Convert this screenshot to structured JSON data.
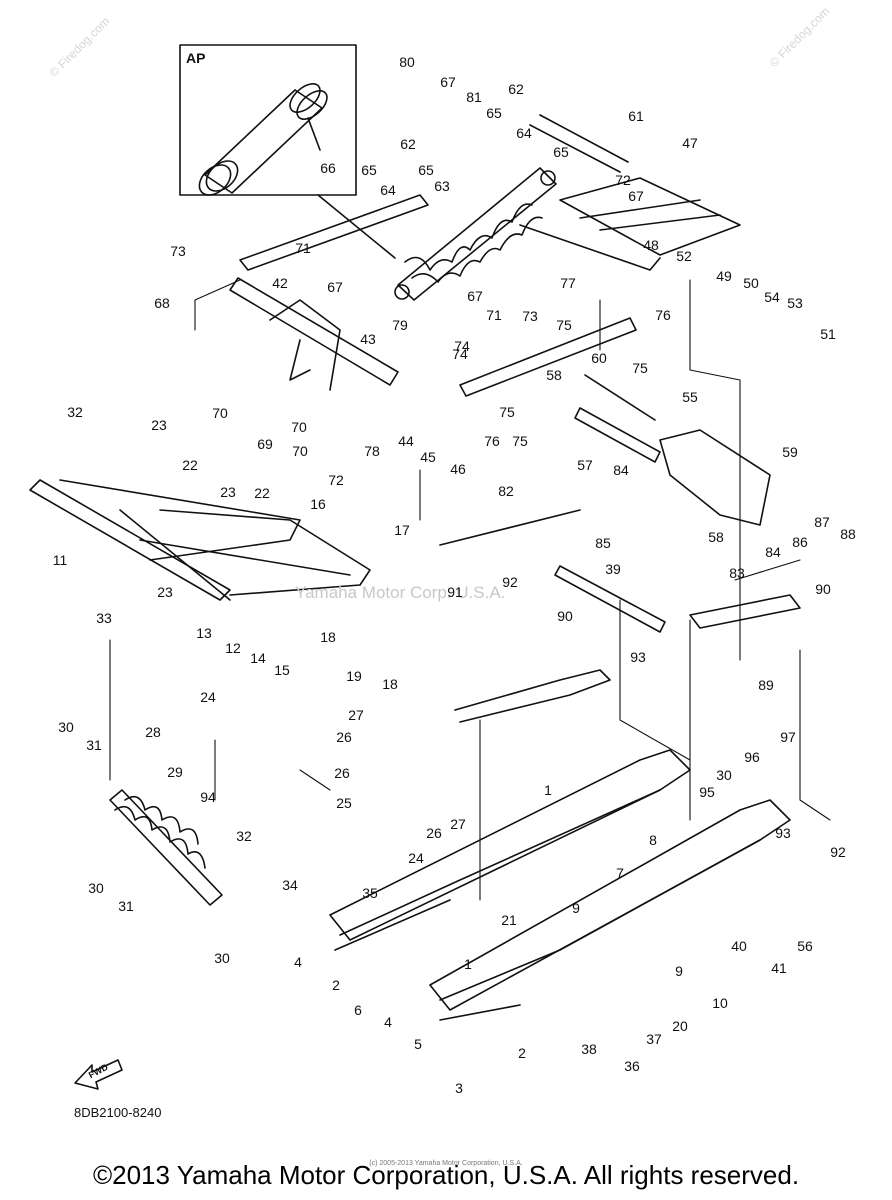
{
  "inset": {
    "label": "AP",
    "part": "66"
  },
  "diagram_code": "8DB2100-8240",
  "fwd_label": "FWD",
  "watermark": "Yamaha Motor Corp. U.S.A.",
  "corner_watermark": "© Firedog.com",
  "small_credit": "(c) 2005-2013 Yamaha Motor Corporation, U.S.A.",
  "footer": "©2013 Yamaha Motor Corporation, U.S.A. All rights reserved.",
  "callouts": [
    "80",
    "67",
    "81",
    "62",
    "65",
    "64",
    "65",
    "61",
    "47",
    "72",
    "67",
    "62",
    "65",
    "64",
    "65",
    "63",
    "73",
    "71",
    "67",
    "42",
    "48",
    "52",
    "49",
    "50",
    "54",
    "53",
    "68",
    "77",
    "67",
    "71",
    "73",
    "74",
    "75",
    "76",
    "51",
    "79",
    "75",
    "74",
    "43",
    "60",
    "75",
    "58",
    "70",
    "23",
    "70",
    "78",
    "44",
    "45",
    "46",
    "76",
    "75",
    "55",
    "32",
    "69",
    "22",
    "70",
    "57",
    "59",
    "23",
    "72",
    "22",
    "84",
    "16",
    "82",
    "86",
    "87",
    "88",
    "11",
    "58",
    "17",
    "85",
    "84",
    "23",
    "83",
    "39",
    "91",
    "92",
    "90",
    "33",
    "13",
    "12",
    "14",
    "15",
    "18",
    "90",
    "19",
    "18",
    "89",
    "93",
    "24",
    "27",
    "26",
    "97",
    "30",
    "31",
    "28",
    "29",
    "96",
    "26",
    "94",
    "30",
    "1",
    "95",
    "25",
    "27",
    "32",
    "26",
    "8",
    "92",
    "24",
    "93",
    "7",
    "30",
    "31",
    "34",
    "35",
    "9",
    "21",
    "56",
    "40",
    "4",
    "41",
    "2",
    "30",
    "1",
    "9",
    "6",
    "4",
    "10",
    "5",
    "20",
    "37",
    "2",
    "38",
    "36",
    "3"
  ]
}
